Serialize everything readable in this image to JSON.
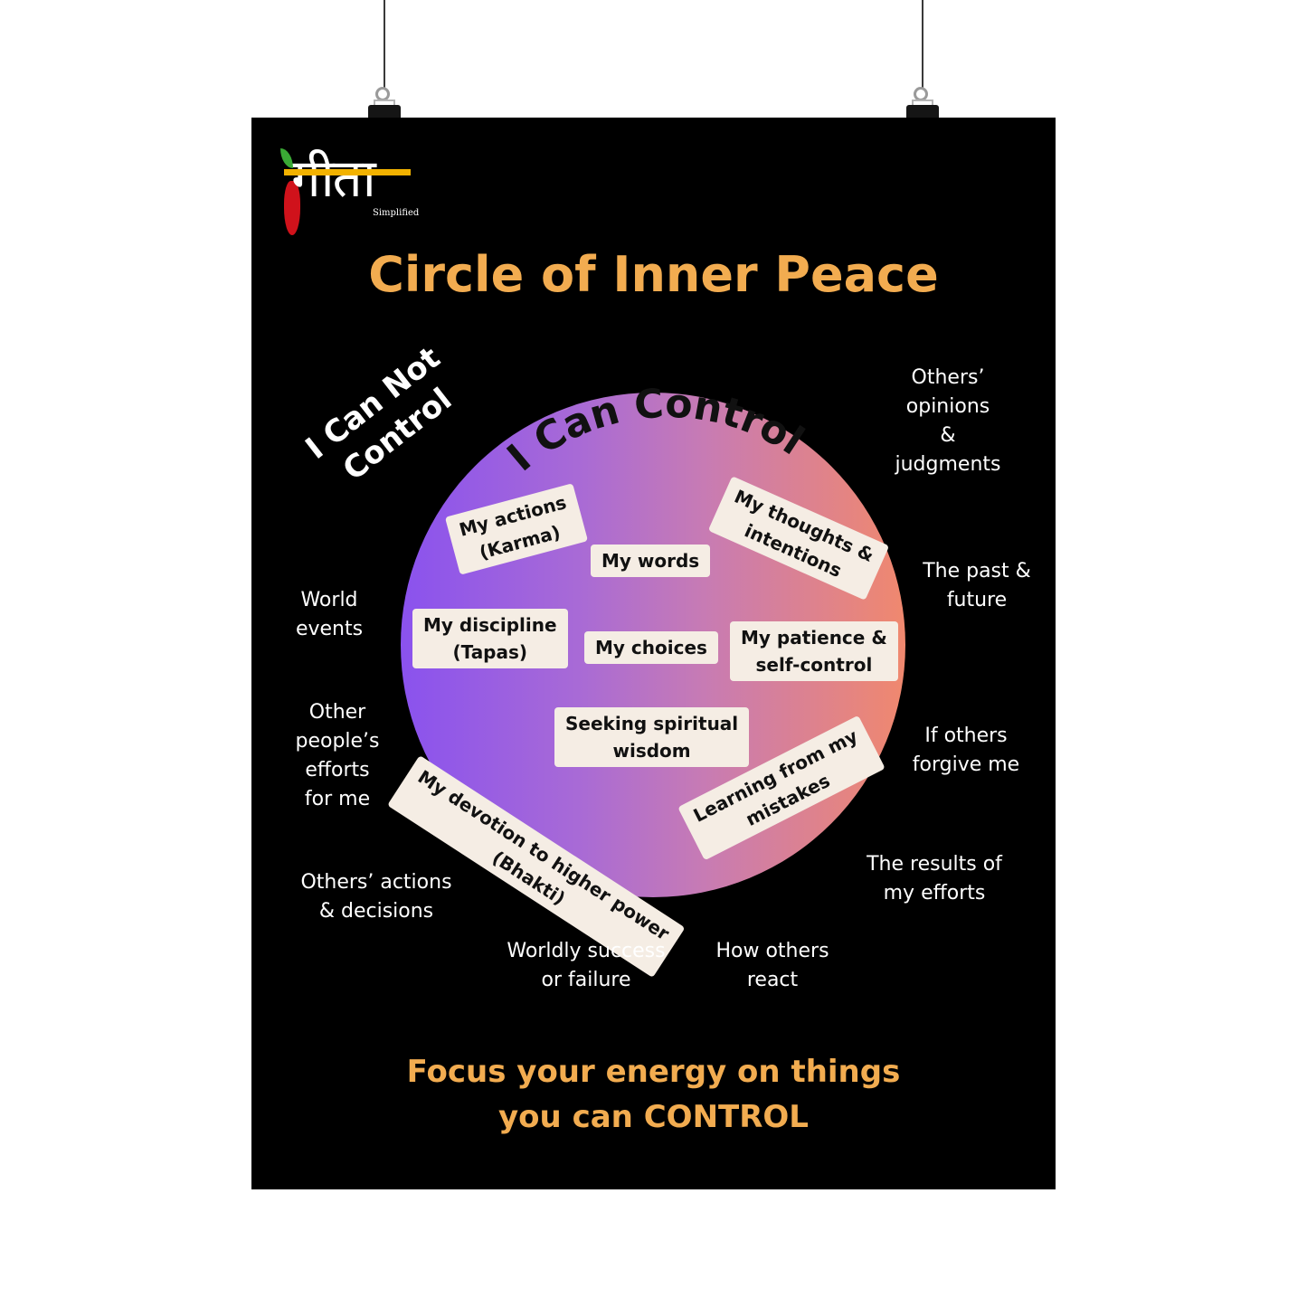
{
  "logo": {
    "script_text": "गीता",
    "subtitle": "Simplified"
  },
  "title": "Circle of Inner Peace",
  "circle_label": "I Can Control",
  "outside_label": {
    "line1": "I Can Not",
    "line2": "Control"
  },
  "inside_items": {
    "actions": {
      "line1": "My actions",
      "line2": "(Karma)"
    },
    "words": {
      "line1": "My words"
    },
    "thoughts": {
      "line1": "My thoughts &",
      "line2": "intentions"
    },
    "discipline": {
      "line1": "My discipline",
      "line2": "(Tapas)"
    },
    "choices": {
      "line1": "My choices"
    },
    "patience": {
      "line1": "My patience &",
      "line2": "self-control"
    },
    "wisdom": {
      "line1": "Seeking spiritual",
      "line2": "wisdom"
    },
    "devotion": {
      "line1": "My devotion to higher power",
      "line2": "(Bhakti)"
    },
    "mistakes": {
      "line1": "Learning from my",
      "line2": "mistakes"
    }
  },
  "outside_items": {
    "opinions": {
      "line1": "Others’",
      "line2": "opinions",
      "line3": "&",
      "line4": "judgments"
    },
    "past_future": {
      "line1": "The past &",
      "line2": "future"
    },
    "world": {
      "line1": "World",
      "line2": "events"
    },
    "efforts_for_me": {
      "line1": "Other",
      "line2": "people’s",
      "line3": "efforts",
      "line4": "for me"
    },
    "forgive": {
      "line1": "If others",
      "line2": "forgive me"
    },
    "results": {
      "line1": "The results of",
      "line2": "my efforts"
    },
    "others_actions": {
      "line1": "Others’ actions",
      "line2": "& decisions"
    },
    "worldly": {
      "line1": "Worldly success",
      "line2": "or failure"
    },
    "react": {
      "line1": "How others",
      "line2": "react"
    }
  },
  "footer": {
    "line1": "Focus your energy on things",
    "line2": "you can CONTROL"
  },
  "colors": {
    "accent": "#f2ac50",
    "chip": "#f5ede4",
    "background": "#000000"
  }
}
